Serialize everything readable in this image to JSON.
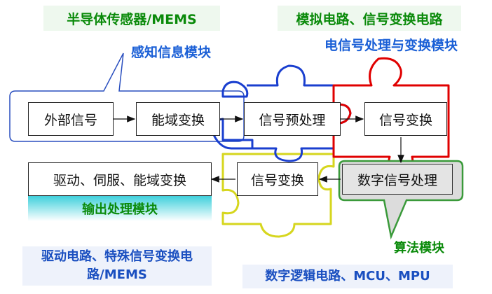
{
  "headers": {
    "semiconductor_sensor": "半导体传感器/MEMS",
    "analog_circuit": "模拟电路、信号变换电路",
    "perception_module": "感知信息模块",
    "signal_processing_module": "电信号处理与变换模块",
    "output_module": "输出处理模块",
    "algorithm_module": "算法模块",
    "drive_circuit": "驱动电路、特殊信号变换电路/MEMS",
    "digital_logic": "数字逻辑电路、MCU、MPU"
  },
  "nodes": {
    "external_signal": "外部信号",
    "energy_conversion": "能域变换",
    "signal_preprocessing": "信号预处理",
    "signal_conversion_top": "信号变换",
    "digital_signal_processing": "数字信号处理",
    "signal_conversion_bottom": "信号变换",
    "drive_servo_conversion": "驱动、伺服、能域变换"
  },
  "colors": {
    "puzzle_blue": "#1a3fcf",
    "puzzle_red": "#e00000",
    "puzzle_yellow": "#d6d61e",
    "callout_green": "#3a9a3a",
    "text_green": "#0a8a0a",
    "text_blue": "#1a5fd6"
  }
}
